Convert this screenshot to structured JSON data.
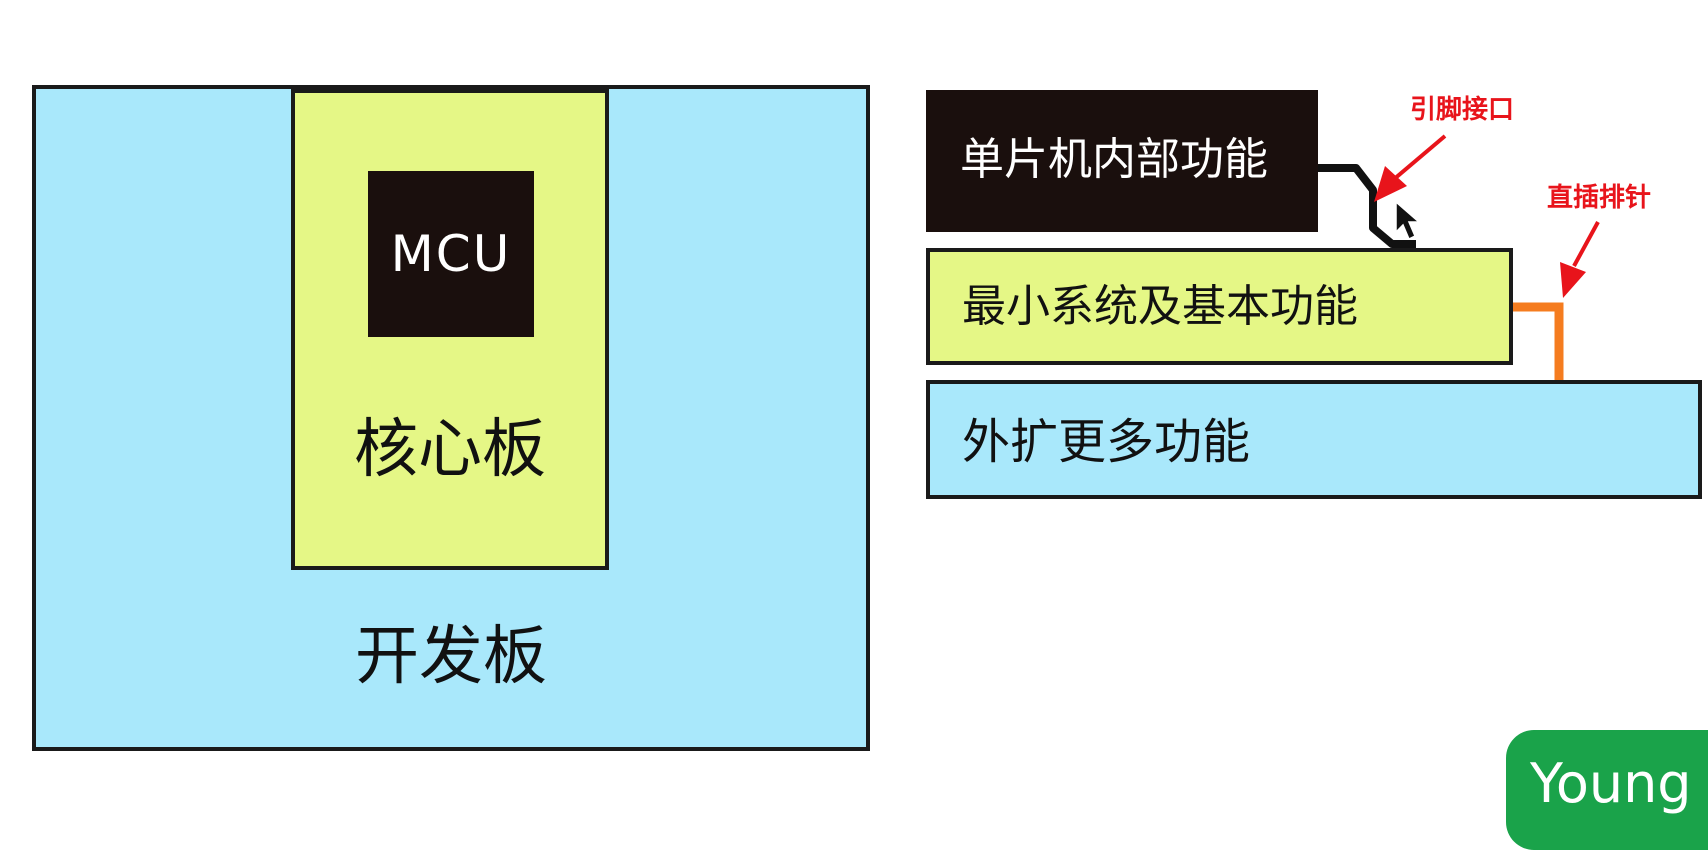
{
  "left_diagram": {
    "mcu_label": "MCU",
    "core_board_label": "核心板",
    "dev_board_label": "开发板"
  },
  "right_diagram": {
    "layers": [
      {
        "label": "单片机内部功能"
      },
      {
        "label": "最小系统及基本功能"
      },
      {
        "label": "外扩更多功能"
      }
    ],
    "annotations": {
      "pin_interface": "引脚接口",
      "pin_header": "直插排针"
    }
  },
  "colors": {
    "light_blue": "#a9e8fb",
    "light_yellow_green": "#e5f786",
    "dark": "#1a0f0d",
    "pin_header_orange": "#f57c1f",
    "annotation_red": "#e8141b",
    "badge_green": "#1aa34a"
  },
  "watermark": {
    "text": "Young"
  }
}
